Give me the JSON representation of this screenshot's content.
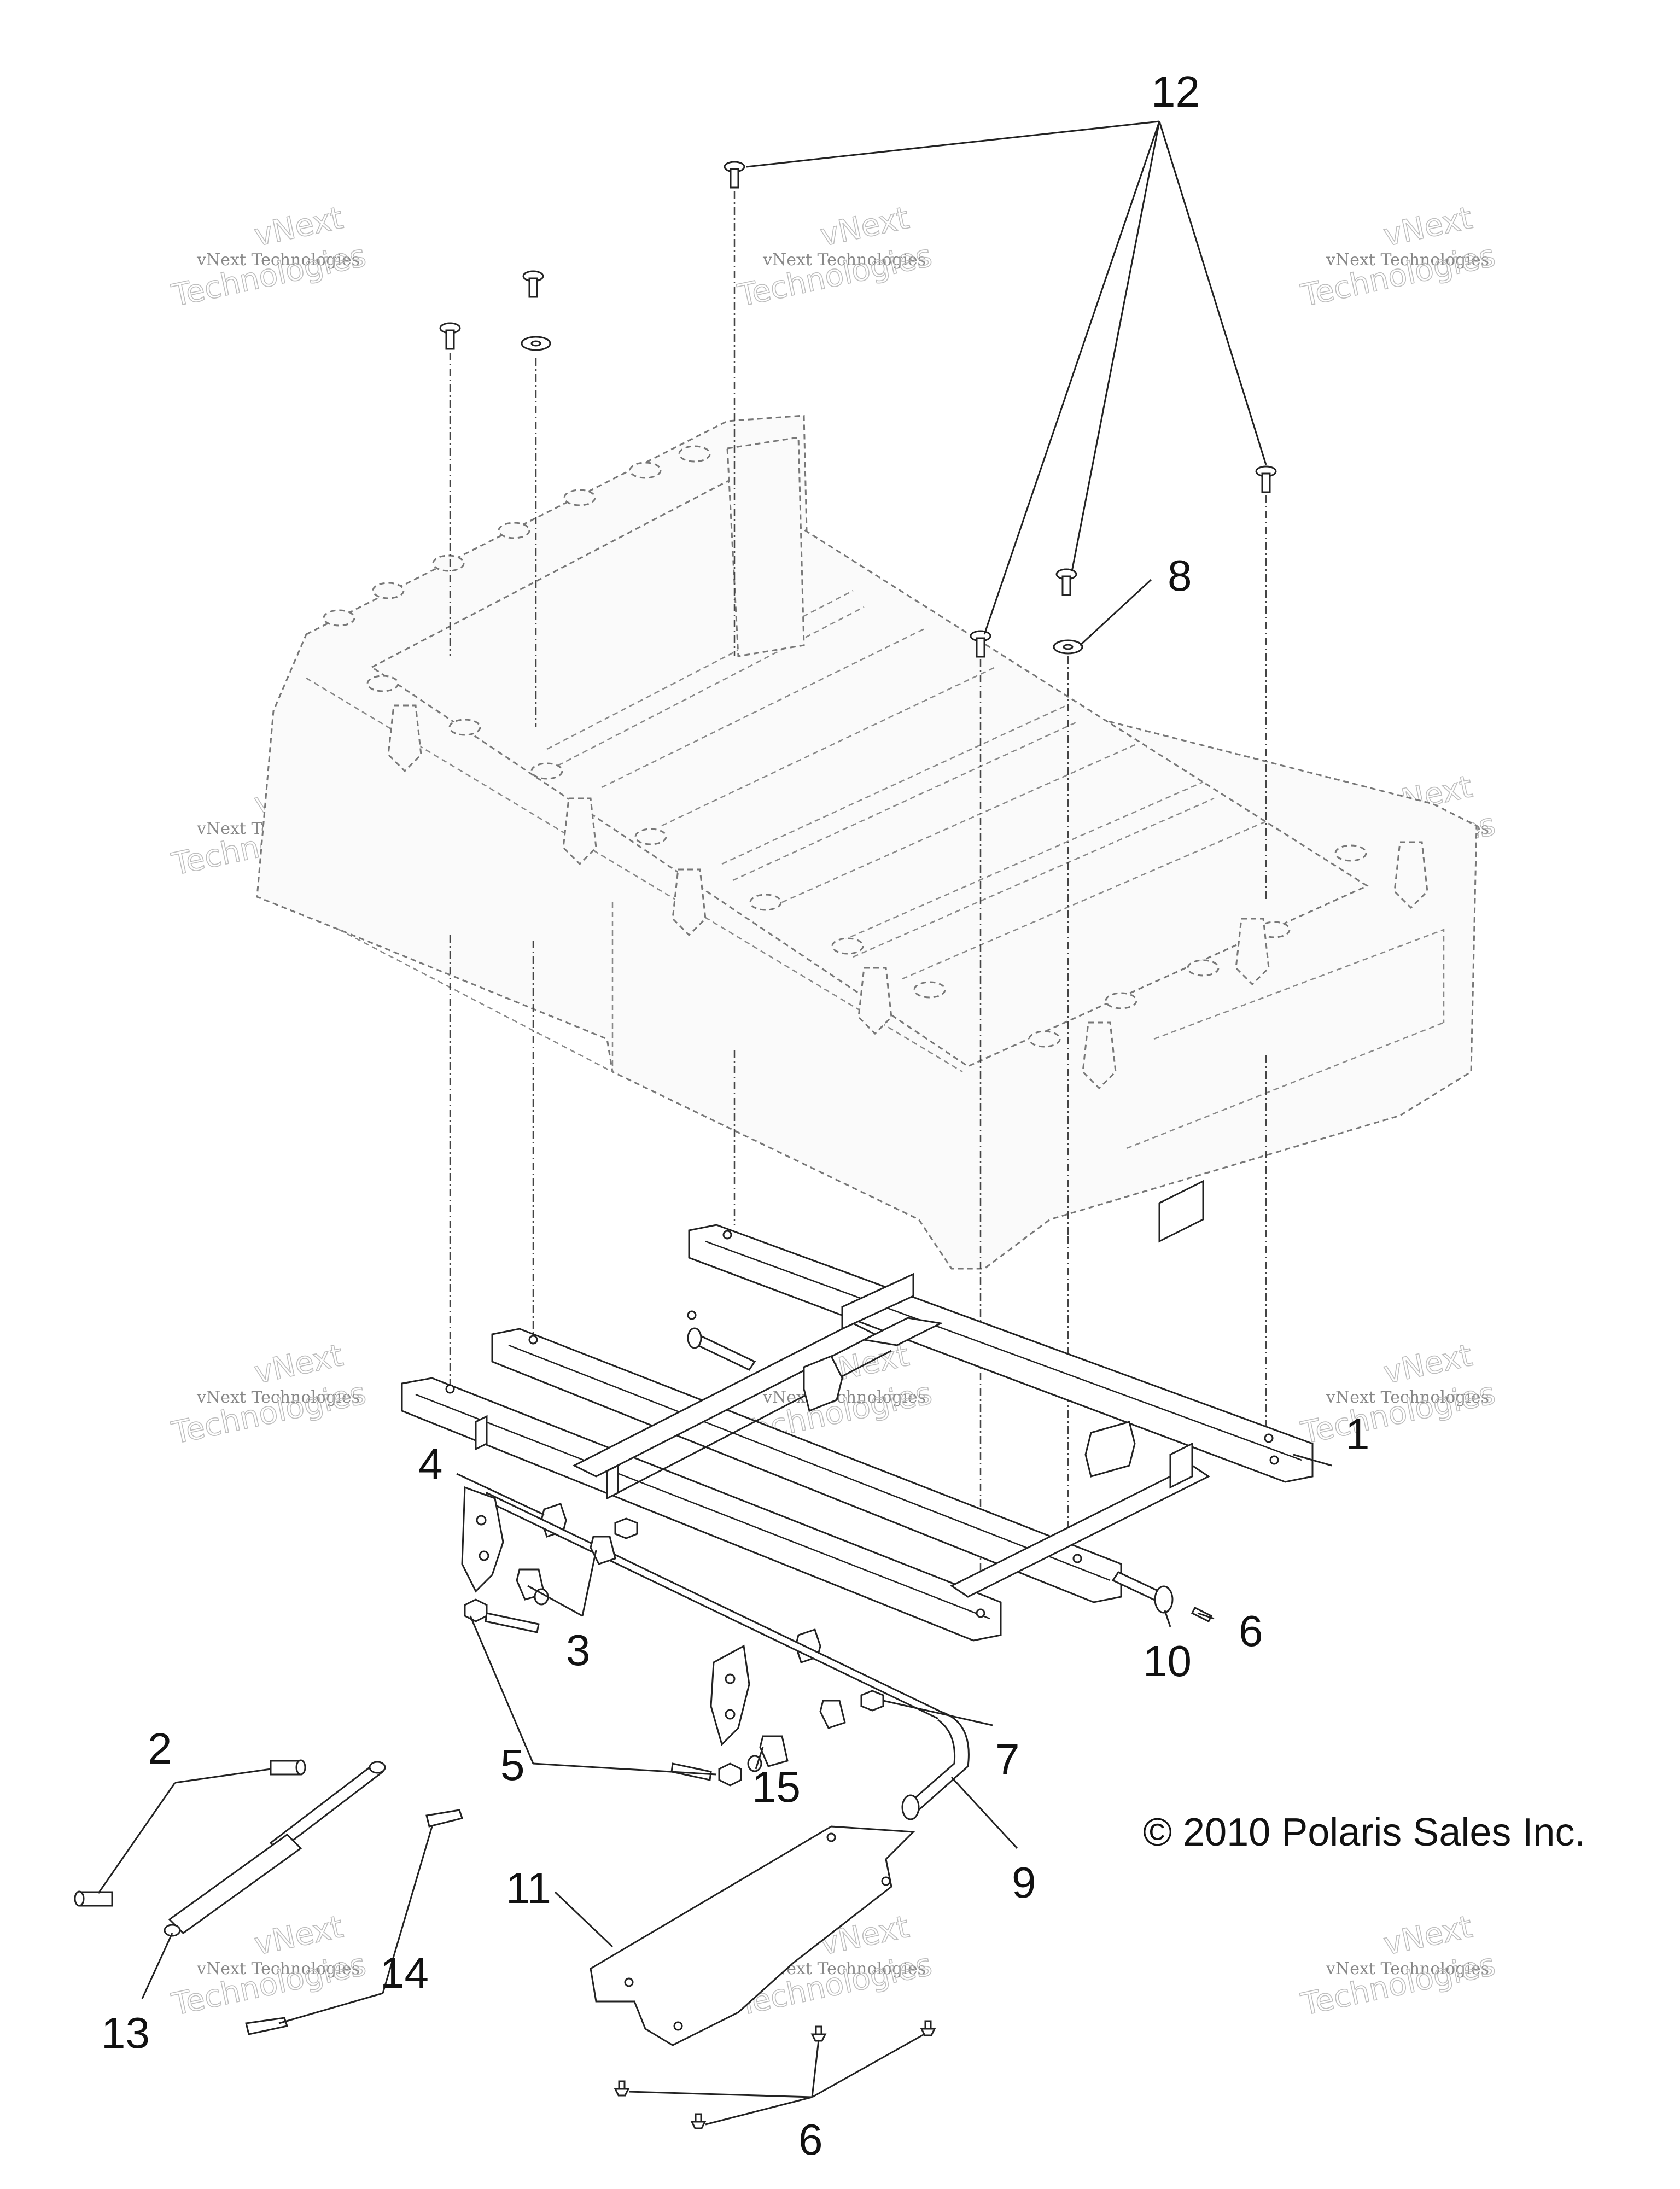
{
  "callouts": [
    {
      "id": "1",
      "label": "1"
    },
    {
      "id": "2",
      "label": "2"
    },
    {
      "id": "3",
      "label": "3"
    },
    {
      "id": "4",
      "label": "4"
    },
    {
      "id": "5",
      "label": "5"
    },
    {
      "id": "6a",
      "label": "6"
    },
    {
      "id": "6b",
      "label": "6"
    },
    {
      "id": "7",
      "label": "7"
    },
    {
      "id": "8",
      "label": "8"
    },
    {
      "id": "9",
      "label": "9"
    },
    {
      "id": "10",
      "label": "10"
    },
    {
      "id": "11",
      "label": "11"
    },
    {
      "id": "12",
      "label": "12"
    },
    {
      "id": "13",
      "label": "13"
    },
    {
      "id": "14",
      "label": "14"
    },
    {
      "id": "15",
      "label": "15"
    }
  ],
  "copyright": "© 2010 Polaris Sales Inc.",
  "watermark": {
    "line1": "vNext Technologies",
    "line2": "vNext",
    "line3": "Technologies"
  }
}
